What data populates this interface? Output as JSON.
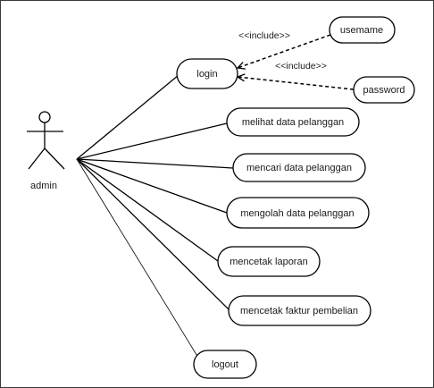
{
  "actor": {
    "name": "admin"
  },
  "use_cases": {
    "login": "login",
    "username": "usemame",
    "password": "password",
    "melihat": "melihat data pelanggan",
    "mencari": "mencari data pelanggan",
    "mengolah": "mengolah data pelanggan",
    "laporan": "mencetak laporan",
    "faktur": "mencetak faktur pembelian",
    "logout": "logout"
  },
  "relations": {
    "include_1": "<<include>>",
    "include_2": "<<include>>"
  },
  "colors": {
    "stroke": "#000000",
    "background": "#ffffff"
  }
}
